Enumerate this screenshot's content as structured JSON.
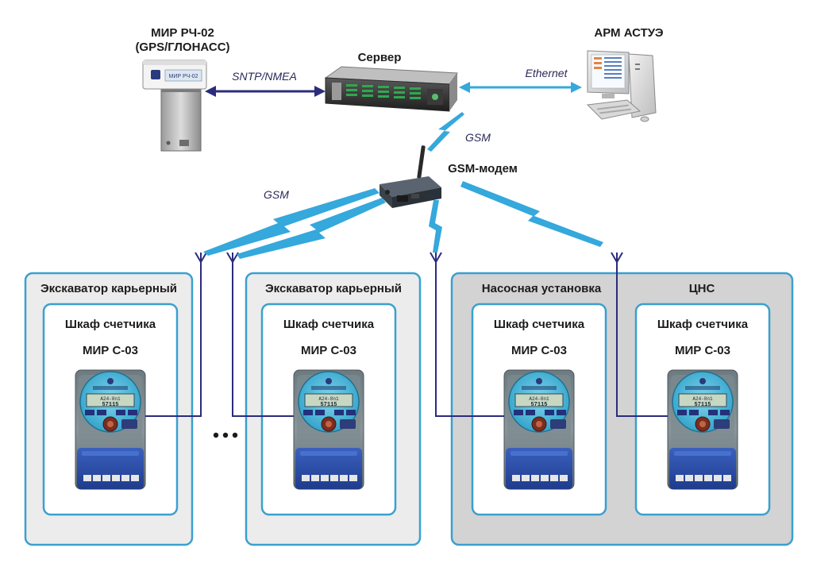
{
  "devices": {
    "gps": {
      "title": "МИР РЧ-02",
      "subtitle": "(GPS/ГЛОНАСС)",
      "device_label": "МИР РЧ-02"
    },
    "server": {
      "title": "Сервер"
    },
    "arm": {
      "title": "АРМ АСТУЭ"
    },
    "modem": {
      "title": "GSM-модем"
    }
  },
  "links": {
    "sntp": "SNTP/NMEA",
    "ethernet": "Ethernet",
    "gsm_server": "GSM",
    "gsm_left": "GSM"
  },
  "sites": [
    {
      "title": "Экскаватор карьерный",
      "cabinet": "Шкаф счетчика",
      "meter": "МИР С-03"
    },
    {
      "title": "Экскаватор карьерный",
      "cabinet": "Шкаф счетчика",
      "meter": "МИР С-03"
    },
    {
      "title": "Насосная установка",
      "cabinet": "Шкаф счетчика",
      "meter": "МИР С-03"
    },
    {
      "title": "ЦНС",
      "cabinet": "Шкаф счетчика",
      "meter": "МИР С-03"
    }
  ],
  "meter_display": {
    "line1": "A24-8n1",
    "line2": "57115"
  },
  "colors": {
    "frame": "#3aa0cf",
    "wire": "#2b2c7c",
    "gsm_bolt": "#35a8dc",
    "panel_light": "#ececec",
    "panel_dark": "#d3d3d3",
    "meter_blue": "#2f4fa8"
  }
}
